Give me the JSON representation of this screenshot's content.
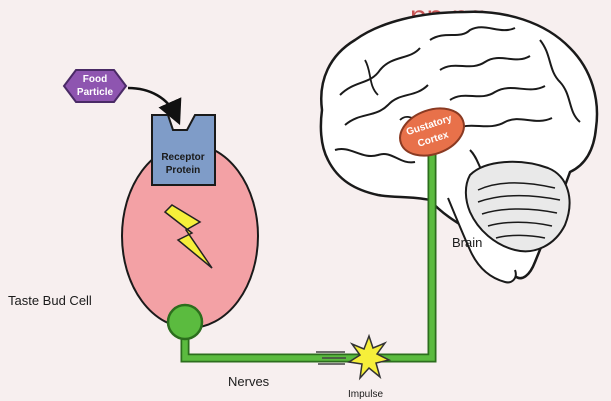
{
  "header": {
    "title_fragment": "pp  ng"
  },
  "labels": {
    "food_particle_line1": "Food",
    "food_particle_line2": "Particle",
    "receptor_line1": "Receptor",
    "receptor_line2": "Protein",
    "taste_bud_cell": "Taste Bud Cell",
    "gustatory_line1": "Gustatory",
    "gustatory_line2": "Cortex",
    "brain": "Brain",
    "nerves": "Nerves",
    "impulse": "Impulse"
  },
  "colors": {
    "food_particle": "#8e55b0",
    "receptor": "#7f9cc8",
    "cell": "#f3a1a5",
    "nerve": "#5bbb3f",
    "nerve_outline": "#2c6e1d",
    "gustatory_cortex": "#e8714a",
    "lightning": "#f6ef3a",
    "impulse": "#f6ef3a"
  }
}
